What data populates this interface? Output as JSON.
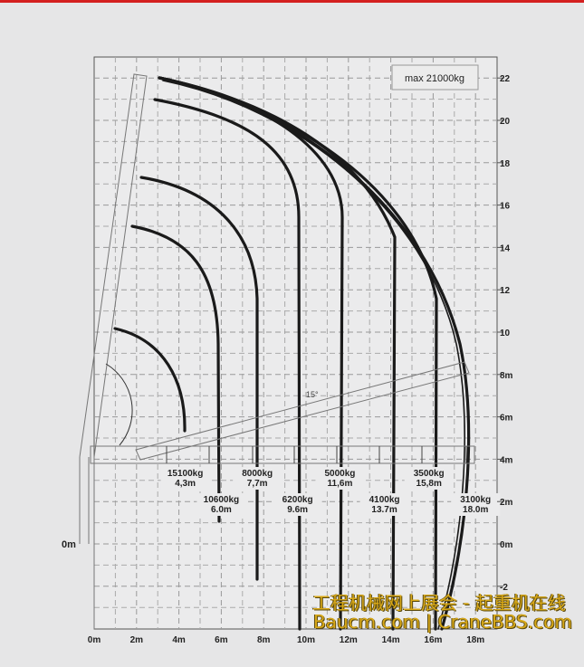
{
  "chart_data": {
    "type": "line",
    "title": "",
    "annotation_box": "max 21000kg",
    "boom_angle_label": "15°",
    "xlabel": "",
    "ylabel": "",
    "xlim": [
      0,
      19
    ],
    "ylim": [
      -4,
      23
    ],
    "x_ticks": [
      "0m",
      "2m",
      "4m",
      "6m",
      "8m",
      "10m",
      "12m",
      "14m",
      "16m",
      "18m"
    ],
    "y_ticks_right": [
      "22",
      "20",
      "18",
      "16",
      "14",
      "12",
      "10",
      "8m",
      "6m",
      "4m",
      "2m",
      "0m",
      "-2"
    ],
    "y_tick_values": [
      22,
      20,
      18,
      16,
      14,
      12,
      10,
      8,
      6,
      4,
      2,
      0,
      -2
    ],
    "left_label": "0m",
    "grid": true,
    "load_points": [
      {
        "load": "15100kg",
        "reach": "4,3m",
        "x": 4.3
      },
      {
        "load": "10600kg",
        "reach": "6.0m",
        "x": 6.0
      },
      {
        "load": "8000kg",
        "reach": "7,7m",
        "x": 7.7
      },
      {
        "load": "6200kg",
        "reach": "9.6m",
        "x": 9.6
      },
      {
        "load": "5000kg",
        "reach": "11,6m",
        "x": 11.6
      },
      {
        "load": "4100kg",
        "reach": "13.7m",
        "x": 13.7
      },
      {
        "load": "3500kg",
        "reach": "15,8m",
        "x": 15.8
      },
      {
        "load": "3100kg",
        "reach": "18.0m",
        "x": 18.0
      }
    ]
  },
  "watermark": {
    "line1": "工程机械网上展会 - 起重机在线",
    "line2": "Baucm.com | CraneBBS.com"
  },
  "colors": {
    "accent": "#d42020",
    "curve": "#1a1a1a",
    "watermark": "#d8a818"
  }
}
